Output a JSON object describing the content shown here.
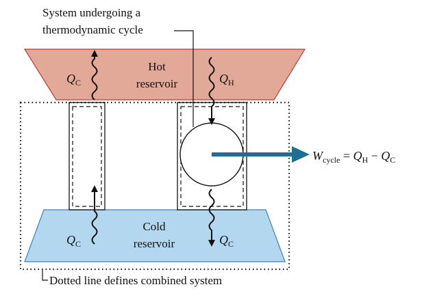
{
  "callout_top": {
    "line1": "System undergoing a",
    "line2": "thermodynamic cycle"
  },
  "hot_reservoir": {
    "line1": "Hot",
    "line2": "reservoir",
    "color": "#E3A998",
    "stroke": "#C0392B"
  },
  "cold_reservoir": {
    "line1": "Cold",
    "line2": "reservoir",
    "color": "#B3D7EF",
    "stroke": "#3D7FB8"
  },
  "heat_labels": {
    "qc_top": {
      "sym": "Q",
      "sub": "C"
    },
    "qh_top": {
      "sym": "Q",
      "sub": "H"
    },
    "qc_bottom_left": {
      "sym": "Q",
      "sub": "C"
    },
    "qc_bottom_right": {
      "sym": "Q",
      "sub": "C"
    }
  },
  "work": {
    "sym": "W",
    "sub": "cycle",
    "eq": " = ",
    "q1": "Q",
    "q1_sub": "H",
    "minus": " − ",
    "q2": "Q",
    "q2_sub": "C",
    "arrow_color": "#1F6E94"
  },
  "callout_bottom": {
    "text": "Dotted line defines combined system"
  }
}
